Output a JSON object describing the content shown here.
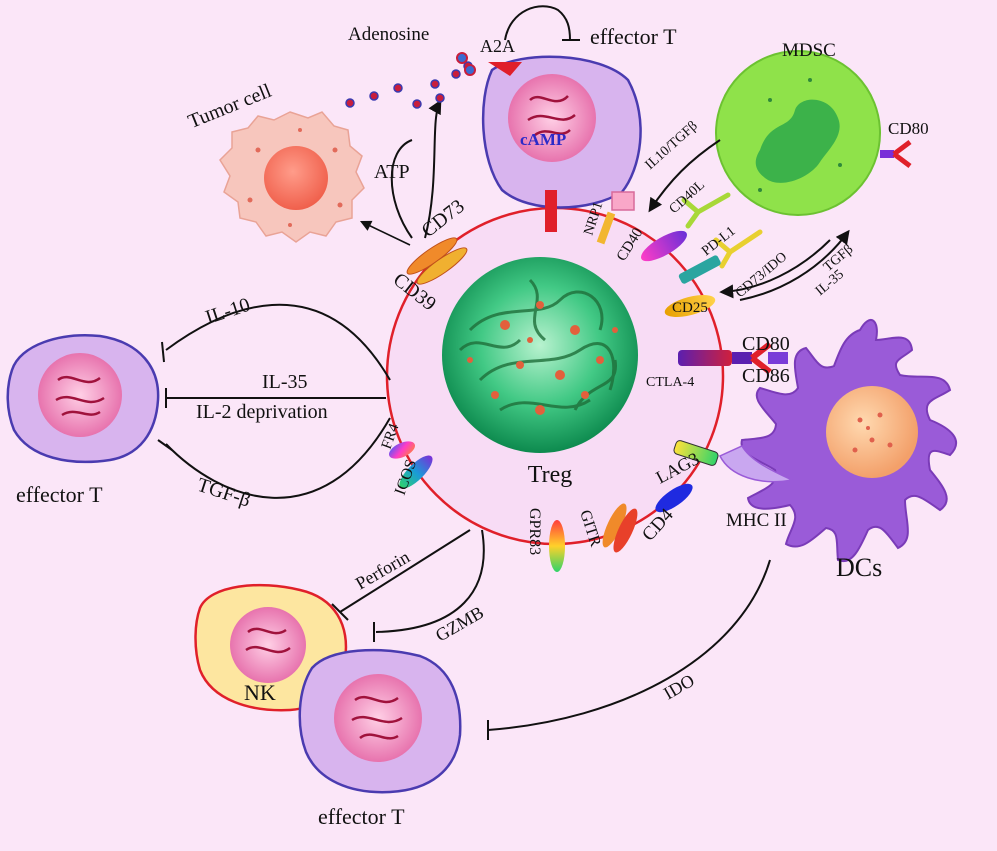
{
  "cells": {
    "treg": "Treg",
    "tumor": "Tumor cell",
    "mdsc": "MDSC",
    "effector_top": "effector T",
    "effector_left": "effector T",
    "effector_bottom": "effector T",
    "nk": "NK",
    "dcs": "DCs",
    "camp": "cAMP"
  },
  "molecules": {
    "adenosine": "Adenosine",
    "a2a": "A2A",
    "atp": "ATP",
    "cd73": "CD73",
    "cd39": "CD39",
    "nrp1": "NRP1",
    "cd40": "CD40",
    "cd40l": "CD40L",
    "pdl1": "PD-L1",
    "cd25": "CD25",
    "cd80_mdsc": "CD80",
    "cd80_dc": "CD80",
    "cd86": "CD86",
    "ctla4": "CTLA-4",
    "lag3": "LAG3",
    "mhc2": "MHC II",
    "cd4": "CD4",
    "gitr": "GITR",
    "gpr83": "GPR83",
    "icos": "ICOS",
    "fr4": "FR4"
  },
  "signals": {
    "il10_tgfb": "IL10/TGFβ",
    "cd73_ido": "CD73/IDO",
    "tgfb_il35_a": "TGFβ",
    "tgfb_il35_b": "IL-35",
    "il10": "IL-10",
    "il35": "IL-35",
    "il2_deprivation": "IL-2 deprivation",
    "tgfb": "TGF-β",
    "perforin": "Perforin",
    "gzmb": "GZMB",
    "ido": "IDO"
  },
  "colors": {
    "background": "#fbe6f8",
    "treg_membrane": "#e0202a",
    "effector_membrane": "#4a3bb0",
    "effector_fill": "#d8b4ee",
    "mdsc_fill": "#8fe24a",
    "dc_fill": "#9a5bd8",
    "tumor_fill": "#f7c6bd",
    "nk_fill": "#fde6a0"
  }
}
